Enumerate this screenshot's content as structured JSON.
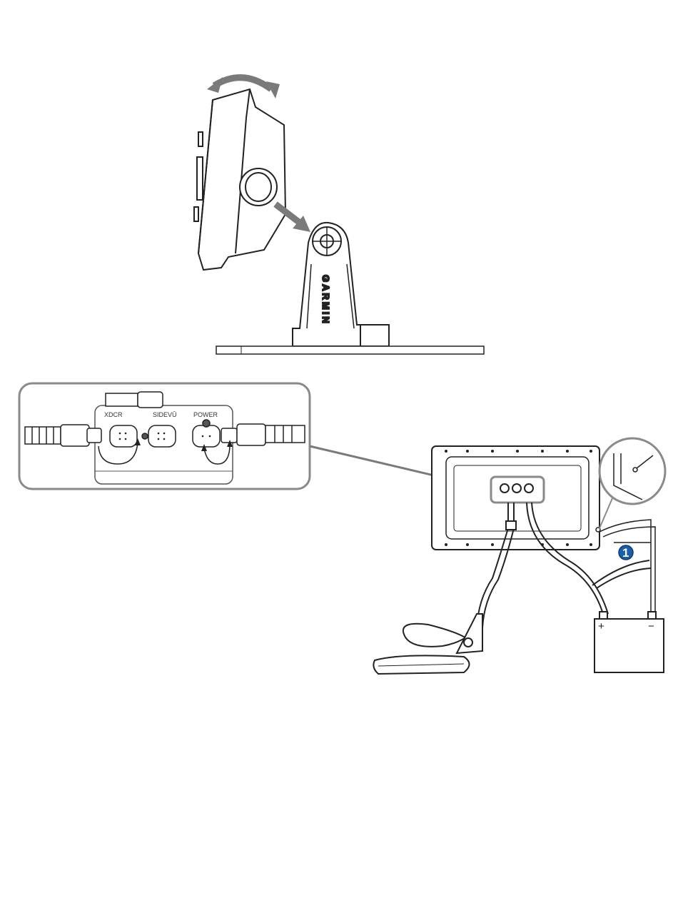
{
  "mount": {
    "brand": "GARMIN"
  },
  "connectors": {
    "xdcr": "XDCR",
    "sidevu": "SIDEVŪ",
    "power": "POWER"
  },
  "callout": {
    "number": "1",
    "color": "#1a5fa8"
  },
  "battery": {
    "positive": "+",
    "negative": "−"
  },
  "colors": {
    "line": "#222222",
    "arrow": "#7a7a7a",
    "panel_border": "#8a8a8a"
  }
}
